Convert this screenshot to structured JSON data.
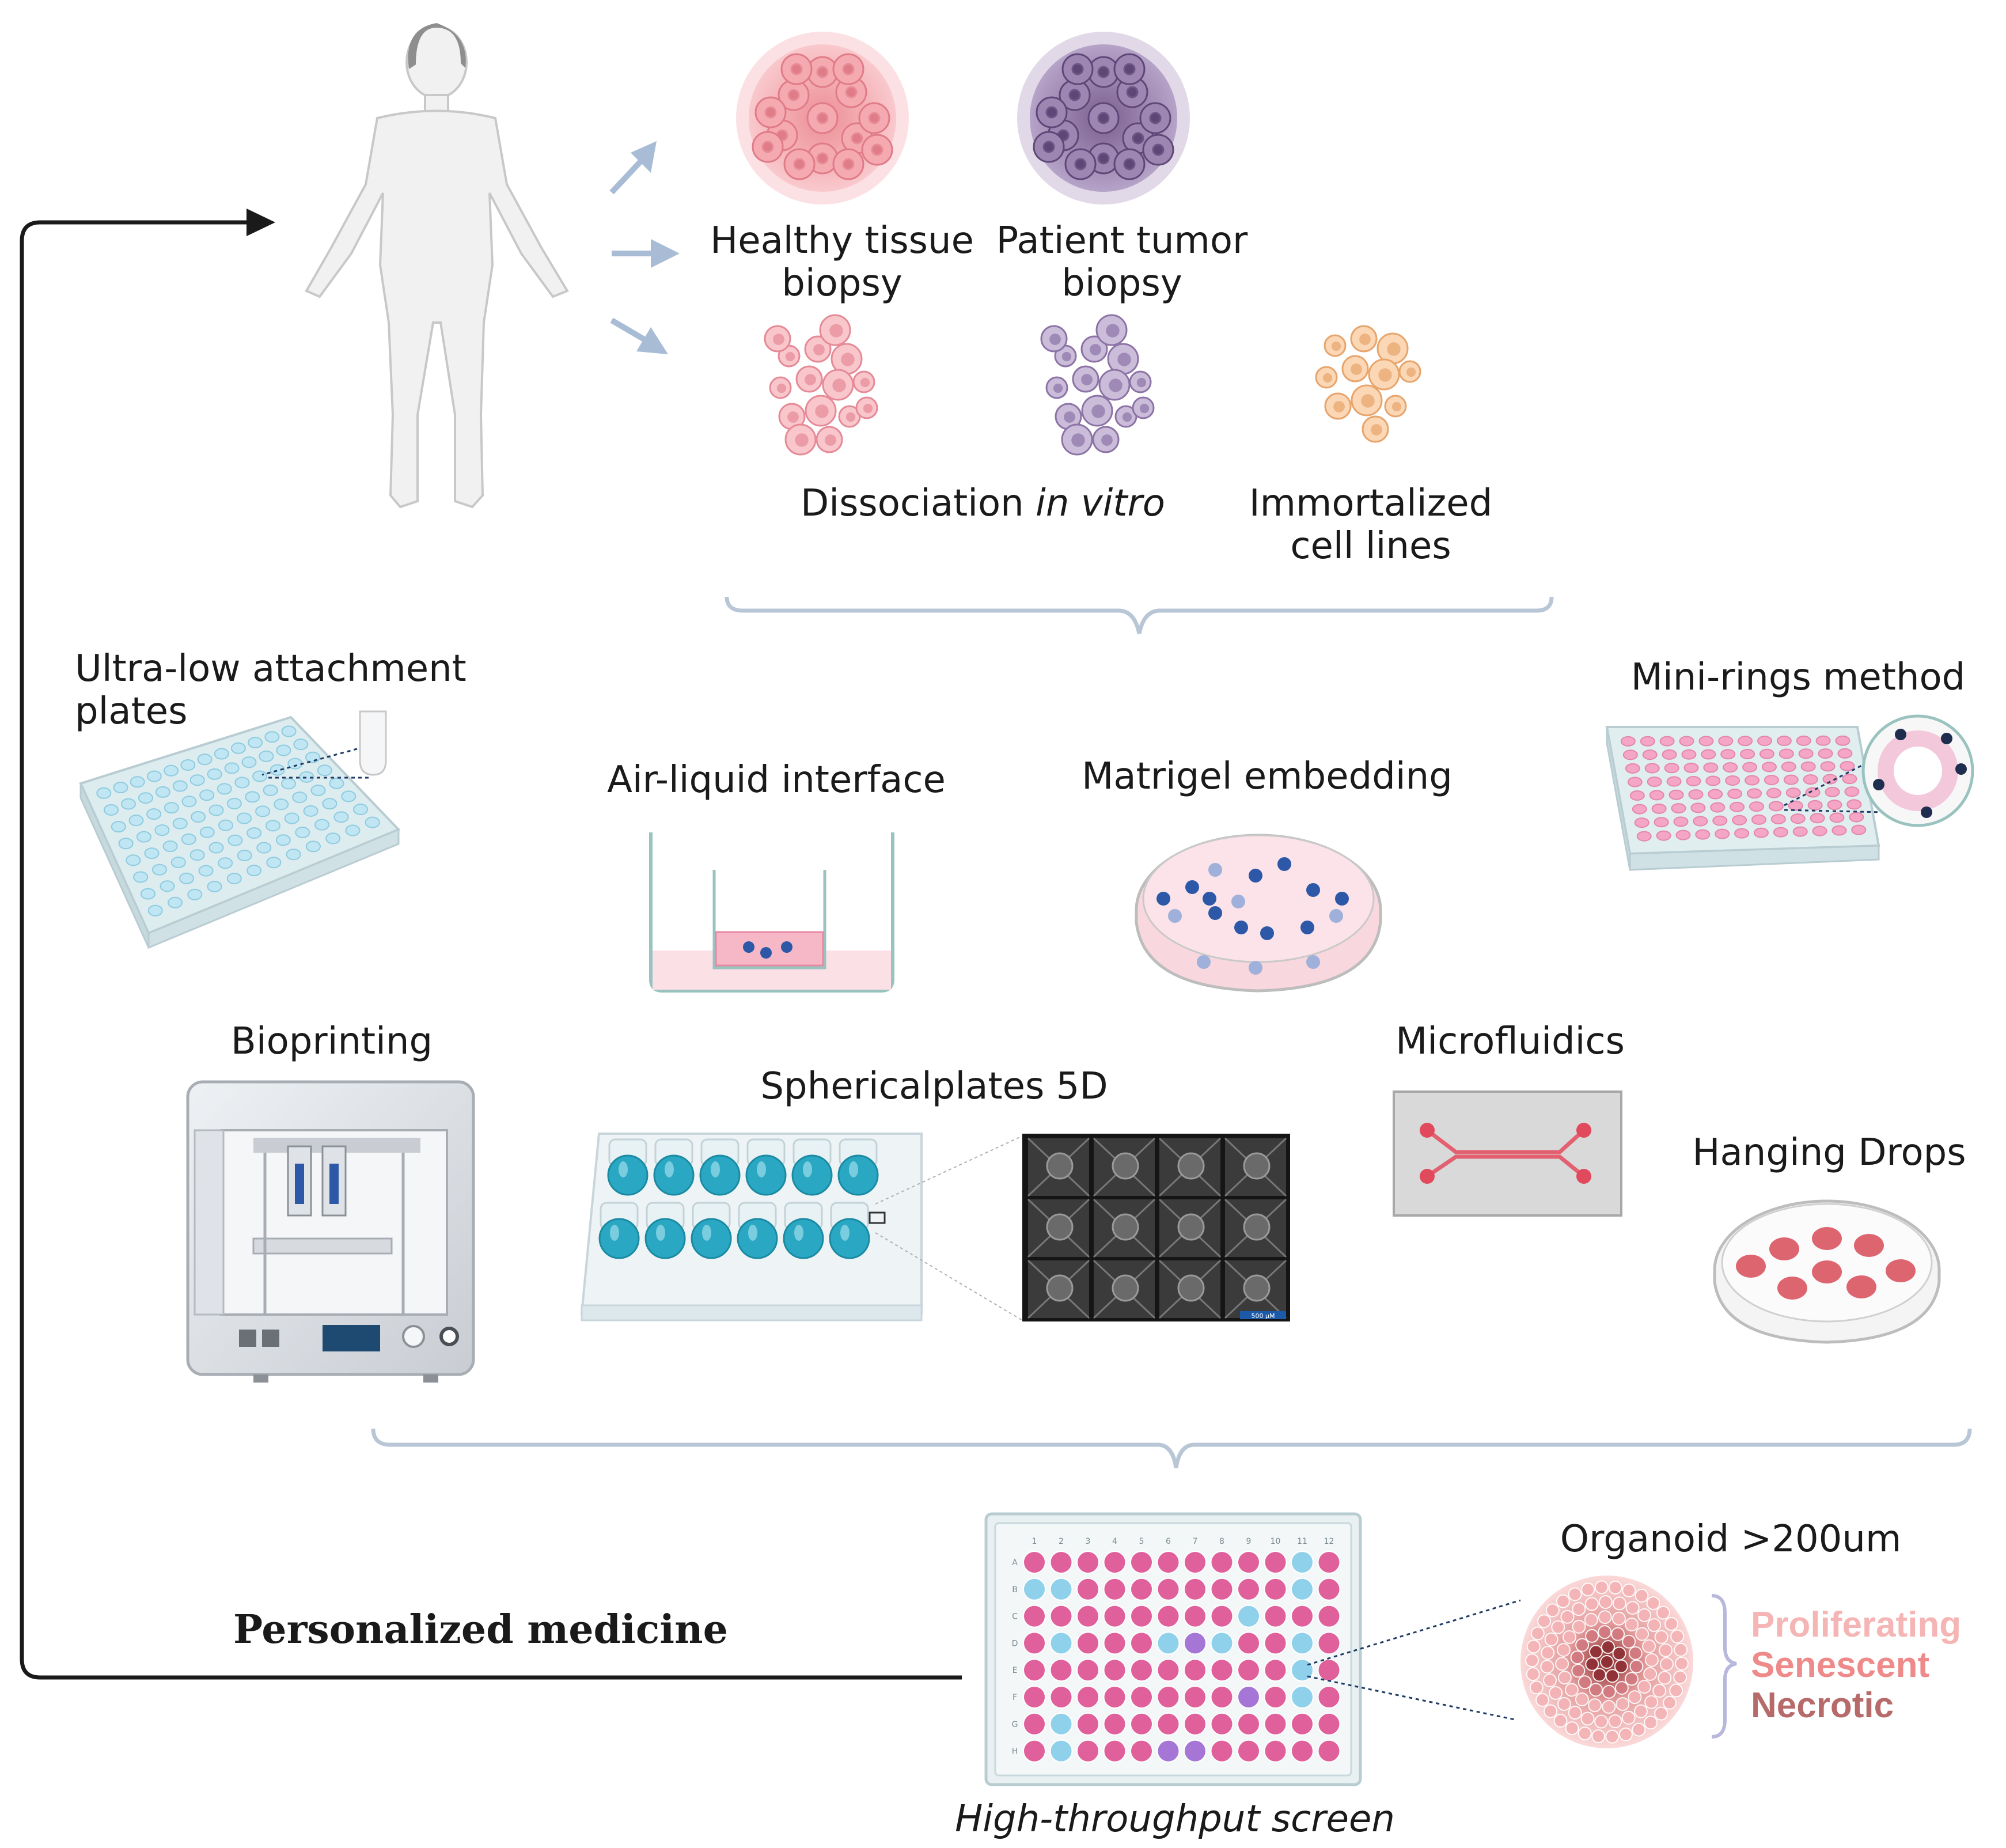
{
  "sources": {
    "healthy": {
      "line1": "Healthy tissue",
      "line2": "biopsy"
    },
    "tumor": {
      "line1": "Patient tumor",
      "line2": "biopsy"
    },
    "dissociation": {
      "text": "Dissociation ",
      "italic": "in vitro"
    },
    "immortalized": {
      "line1": "Immortalized",
      "line2": "cell lines"
    }
  },
  "methods": {
    "ultra_low": {
      "line1": "Ultra-low attachment",
      "line2": "plates"
    },
    "air_liquid": "Air-liquid interface",
    "matrigel": "Matrigel embedding",
    "mini_rings": "Mini-rings method",
    "bioprinting": "Bioprinting",
    "sphericalplates": "Sphericalplates 5D",
    "sphericalplates_scale": "500 µM",
    "microfluidics": "Microfluidics",
    "hanging_drops": "Hanging Drops"
  },
  "output": {
    "personalized": "Personalized medicine",
    "hts": "High-throughput screen",
    "organoid": "Organoid >200um",
    "legend": [
      {
        "label": "Proliferating",
        "color": "#f5b5b5"
      },
      {
        "label": "Senescent",
        "color": "#ee8a8a"
      },
      {
        "label": "Necrotic",
        "color": "#b76a6a"
      }
    ],
    "plate_cols": [
      "1",
      "2",
      "3",
      "4",
      "5",
      "6",
      "7",
      "8",
      "9",
      "10",
      "11",
      "12"
    ],
    "plate_rows": [
      "A",
      "B",
      "C",
      "D",
      "E",
      "F",
      "G",
      "H"
    ]
  },
  "colors": {
    "arrow_blue": "#a9bcd6",
    "bracket": "#b8c6d6",
    "pink_well": "#e0609b",
    "blue_well": "#8fd0ea",
    "purple_well": "#a576d6"
  }
}
